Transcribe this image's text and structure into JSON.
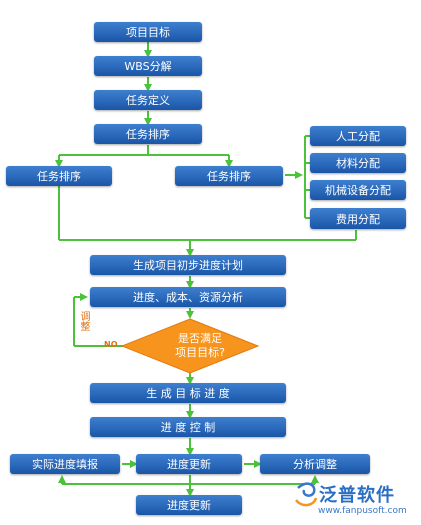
{
  "nodes": {
    "project_goal": "项目目标",
    "wbs": "WBS分解",
    "task_define": "任务定义",
    "task_sort_main": "任务排序",
    "task_sort_left": "任务排序",
    "task_sort_right": "任务排序",
    "labor": "人工分配",
    "material": "材料分配",
    "machine": "机械设备分配",
    "cost": "费用分配",
    "initial_plan": "生成项目初步进度计划",
    "analysis": "进度、成本、资源分析",
    "generate_progress": "生 成 目 标 进 度",
    "control": "进 度 控 制",
    "actual_fill": "实际进度填报",
    "update_mid": "进度更新",
    "analyze_adjust": "分析调整",
    "update_bottom": "进度更新"
  },
  "decision": {
    "line1": "是否满足",
    "line2": "项目目标?"
  },
  "labels": {
    "no": "NO",
    "adjust": "调整"
  },
  "logo": {
    "name": "泛普软件",
    "url": "www.fanpusoft.com"
  },
  "colors": {
    "node": "#1f5fb5",
    "arrow": "#4cc23a",
    "decision": "#f7941d",
    "label": "#e07010"
  }
}
